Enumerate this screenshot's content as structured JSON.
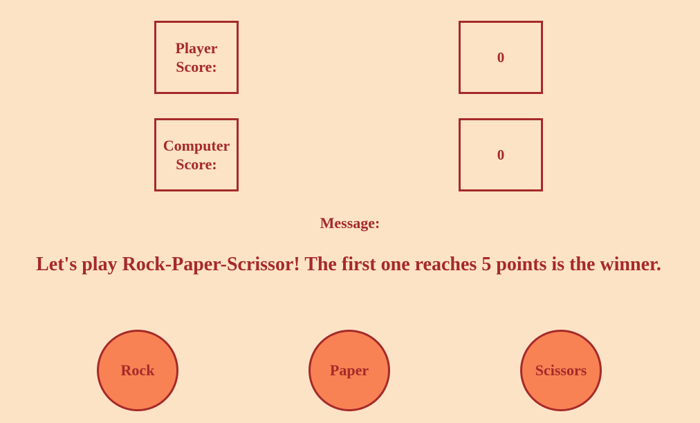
{
  "scoreboard": {
    "player_label_line1": "Player",
    "player_label_line2": "Score:",
    "player_score": "0",
    "computer_label_line1": "Computer",
    "computer_label_line2": "Score:",
    "computer_score": "0"
  },
  "message": {
    "label": "Message:",
    "text": "Let's play Rock-Paper-Scrissor! The first one reaches 5 points is the winner."
  },
  "choices": {
    "rock": "Rock",
    "paper": "Paper",
    "scissors": "Scissors"
  },
  "colors": {
    "background": "#fde3c5",
    "text": "#a52a2a",
    "button_fill": "#f88254"
  }
}
